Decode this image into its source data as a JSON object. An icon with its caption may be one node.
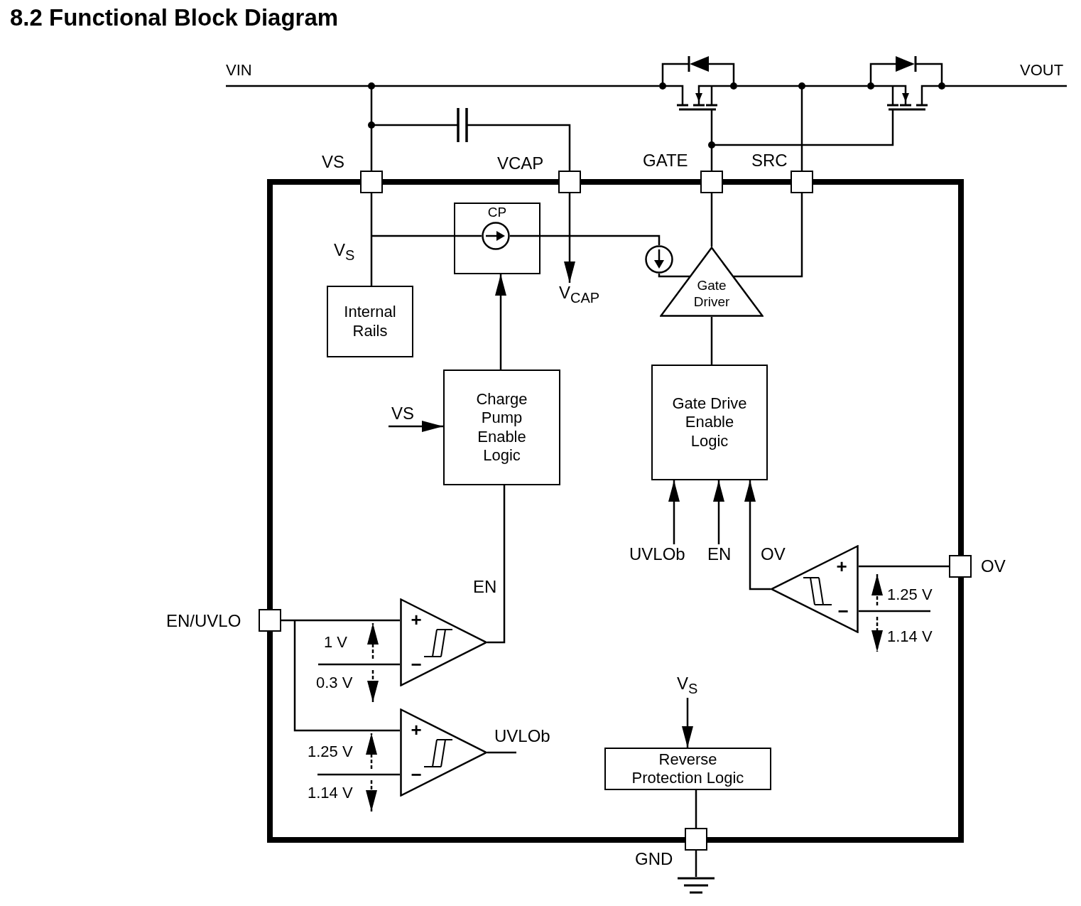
{
  "diagram": {
    "title": "8.2 Functional Block Diagram",
    "nodes": [
      {
        "text": [
          "VIN"
        ]
      },
      {
        "text": [],
        "shape": "transistor"
      },
      {
        "text": [],
        "shape": "transistor"
      },
      {
        "text": [
          "VOUT"
        ]
      },
      {
        "text": [],
        "shape": "capacitor"
      },
      {
        "text": [],
        "shape": "box",
        "beside": [
          "VS"
        ]
      },
      {
        "text": [],
        "shape": "box",
        "beside": [
          "VCAP"
        ]
      },
      {
        "text": [],
        "shape": "box",
        "beside": [
          "GATE"
        ]
      },
      {
        "text": [],
        "shape": "box",
        "beside": [
          "SRC"
        ]
      },
      {
        "text": [],
        "shape": "box"
      },
      {
        "text": [
          "CP"
        ],
        "in": 9
      },
      {
        "text": [],
        "shape": "circle",
        "in": 10
      },
      {
        "text": [],
        "shape": "circle",
        "in": 9
      },
      {
        "text": [
          "V$_{CAP}$"
        ],
        "in": 9
      },
      {
        "text": [
          "Gate Driver"
        ],
        "in": 9
      },
      {
        "text": [
          "Internal Rails"
        ],
        "in": 9
      },
      {
        "text": [
          "Charge Pump Enable Logic"
        ],
        "in": 9
      },
      {
        "text": [
          "Gate Drive Enable Logic"
        ],
        "in": 9
      },
      {
        "text": [
          "VS"
        ],
        "in": 9
      },
      {
        "text": [
          "UVLOb"
        ],
        "in": 9
      },
      {
        "text": [
          "EN"
        ],
        "in": 9
      },
      {
        "text": [
          "+",
          "−"
        ],
        "in": 9
      },
      {
        "text": [],
        "shape": "box",
        "beside": [
          "OV"
        ]
      },
      {
        "text": [],
        "shape": "box",
        "beside": [
          "EN/UVLO"
        ]
      },
      {
        "text": [
          "+",
          "−"
        ],
        "in": 9
      },
      {
        "text": [
          "V$_{S}$"
        ],
        "in": 9
      },
      {
        "text": [
          "+",
          "−"
        ],
        "in": 9
      },
      {
        "text": [
          "UVLOb"
        ],
        "in": 9
      },
      {
        "text": [
          "Reverse Protection Logic"
        ],
        "in": 9
      },
      {
        "text": [],
        "shape": "box",
        "beside": [
          "GND"
        ]
      },
      {
        "text": [],
        "shape": "ground"
      }
    ],
    "edges": [
      {
        "from": 0,
        "to": 1,
        "arrow": "none"
      },
      {
        "from": 0,
        "to": 5,
        "arrow": "none"
      },
      {
        "from": 0,
        "to": 4,
        "arrow": "none"
      },
      {
        "from": 4,
        "to": 6,
        "arrow": "none"
      },
      {
        "from": 1,
        "to": 2,
        "arrow": "none"
      },
      {
        "from": 8,
        "to": 1,
        "arrow": "none"
      },
      {
        "from": 8,
        "to": 2,
        "arrow": "none"
      },
      {
        "from": 7,
        "to": 1,
        "arrow": "none"
      },
      {
        "from": 7,
        "to": 2,
        "arrow": "none"
      },
      {
        "from": 5,
        "to": 15,
        "arrow": "none",
        "label": "V$_{S}$"
      },
      {
        "from": 5,
        "to": 11,
        "arrow": "none"
      },
      {
        "from": 11,
        "to": 12,
        "arrow": "none"
      },
      {
        "from": 12,
        "to": 14,
        "arrow": "none"
      },
      {
        "from": 8,
        "to": 14,
        "arrow": "none"
      },
      {
        "from": 14,
        "to": 7,
        "arrow": "none"
      },
      {
        "from": 6,
        "to": 13,
        "arrow": "to"
      },
      {
        "from": 16,
        "to": 10,
        "arrow": "to"
      },
      {
        "from": 18,
        "to": 16,
        "arrow": "to"
      },
      {
        "from": 17,
        "to": 14,
        "arrow": "none"
      },
      {
        "from": 19,
        "to": 17,
        "arrow": "to"
      },
      {
        "from": 20,
        "to": 17,
        "arrow": "to"
      },
      {
        "from": 21,
        "to": 17,
        "arrow": "to",
        "label": "OV"
      },
      {
        "from": 22,
        "to": 21,
        "arrow": "none"
      },
      {
        "from": null,
        "to": 21,
        "arrow": "none"
      },
      {
        "from": 23,
        "to": 24,
        "arrow": "none"
      },
      {
        "from": 23,
        "to": 26,
        "arrow": "none"
      },
      {
        "from": 24,
        "to": 16,
        "arrow": "none",
        "label": "EN"
      },
      {
        "from": null,
        "to": 24,
        "arrow": "none"
      },
      {
        "from": 26,
        "to": 27,
        "arrow": "none"
      },
      {
        "from": null,
        "to": 26,
        "arrow": "none"
      },
      {
        "from": 25,
        "to": 28,
        "arrow": "to"
      },
      {
        "from": 28,
        "to": 29,
        "arrow": "none"
      },
      {
        "from": 29,
        "to": 30,
        "arrow": "none"
      },
      {
        "from": 2,
        "to": 3,
        "arrow": "none"
      }
    ],
    "labels": [
      "1.25 V",
      "1.14 V",
      "1 V",
      "0.3 V",
      "1.25 V",
      "1.14 V"
    ]
  }
}
